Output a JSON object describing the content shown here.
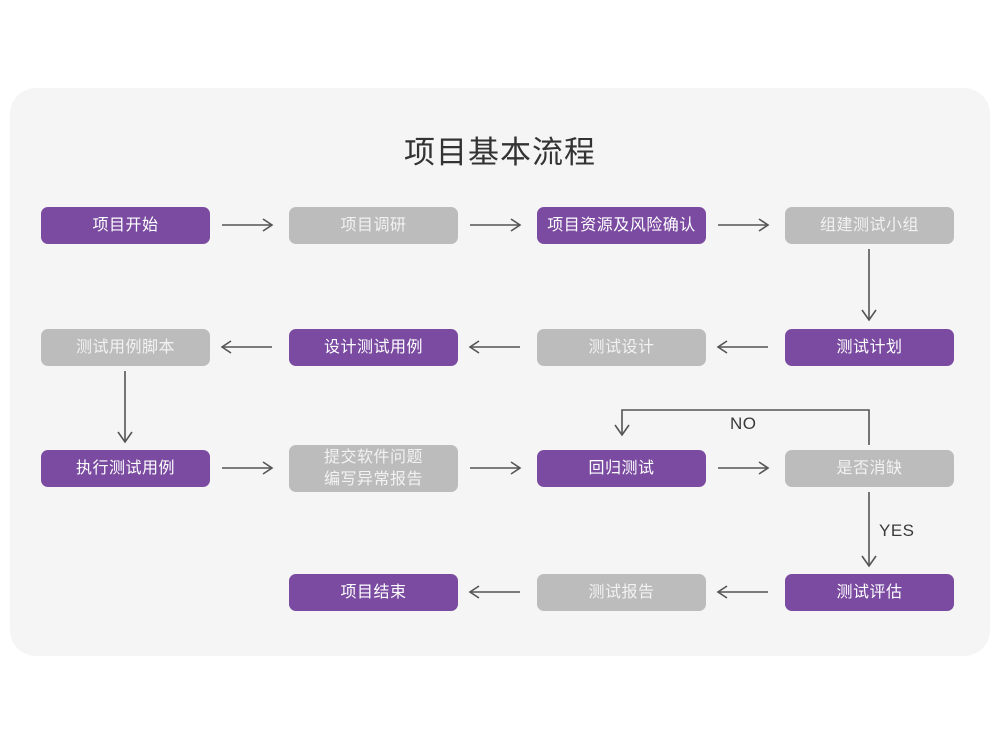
{
  "card": {
    "background_color": "#F5F5F5",
    "page_background": "#FFFFFF"
  },
  "title": "项目基本流程",
  "colors": {
    "purple": "#7A4BA0",
    "gray": "#BCBCBC",
    "purple_text": "#FFFFFF",
    "gray_text": "#F2F2F2",
    "connector": "#555555",
    "title_text": "#333333"
  },
  "nodes": [
    {
      "id": "n1",
      "label": "项目开始",
      "style": "purple",
      "row": 1,
      "col": 1
    },
    {
      "id": "n2",
      "label": "项目调研",
      "style": "gray",
      "row": 1,
      "col": 2
    },
    {
      "id": "n3",
      "label": "项目资源及风险确认",
      "style": "purple",
      "row": 1,
      "col": 3
    },
    {
      "id": "n4",
      "label": "组建测试小组",
      "style": "gray",
      "row": 1,
      "col": 4
    },
    {
      "id": "n5",
      "label": "测试用例脚本",
      "style": "gray",
      "row": 2,
      "col": 1
    },
    {
      "id": "n6",
      "label": "设计测试用例",
      "style": "purple",
      "row": 2,
      "col": 2
    },
    {
      "id": "n7",
      "label": "测试设计",
      "style": "gray",
      "row": 2,
      "col": 3
    },
    {
      "id": "n8",
      "label": "测试计划",
      "style": "purple",
      "row": 2,
      "col": 4
    },
    {
      "id": "n9",
      "label": "执行测试用例",
      "style": "purple",
      "row": 3,
      "col": 1
    },
    {
      "id": "n10",
      "label": "提交软件问题\n编写异常报告",
      "style": "gray",
      "row": 3,
      "col": 2
    },
    {
      "id": "n11",
      "label": "回归测试",
      "style": "purple",
      "row": 3,
      "col": 3
    },
    {
      "id": "n12",
      "label": "是否消缺",
      "style": "gray",
      "row": 3,
      "col": 4
    },
    {
      "id": "n13",
      "label": "项目结束",
      "style": "purple",
      "row": 4,
      "col": 2
    },
    {
      "id": "n14",
      "label": "测试报告",
      "style": "gray",
      "row": 4,
      "col": 3
    },
    {
      "id": "n15",
      "label": "测试评估",
      "style": "purple",
      "row": 4,
      "col": 4
    }
  ],
  "edge_labels": {
    "no": "NO",
    "yes": "YES"
  }
}
